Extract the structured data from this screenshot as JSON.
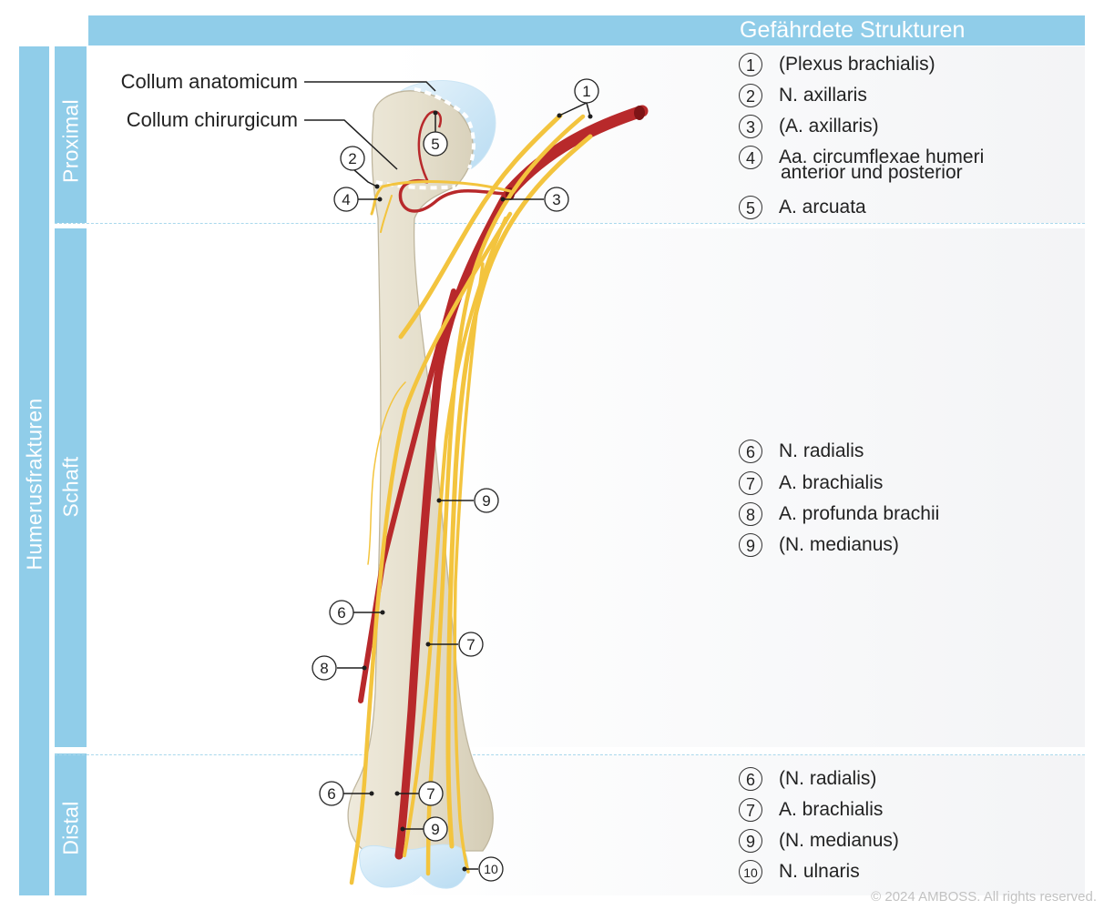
{
  "header": {
    "title": "Gefährdete Strukturen"
  },
  "side": {
    "outer": "Humerusfrakturen",
    "proximal": "Proximal",
    "schaft": "Schaft",
    "distal": "Distal"
  },
  "annotations": {
    "collum_anatomicum": "Collum anatomicum",
    "collum_chirurgicum": "Collum chirurgicum"
  },
  "legend": {
    "proximal": [
      {
        "num": "1",
        "label": "(Plexus brachialis)"
      },
      {
        "num": "2",
        "label": "N. axillaris"
      },
      {
        "num": "3",
        "label": "(A. axillaris)"
      },
      {
        "num": "4",
        "label": "Aa. circumflexae humeri",
        "label2": "anterior und posterior"
      },
      {
        "num": "5",
        "label": "A. arcuata"
      }
    ],
    "schaft": [
      {
        "num": "6",
        "label": "N. radialis"
      },
      {
        "num": "7",
        "label": "A. brachialis"
      },
      {
        "num": "8",
        "label": "A. profunda brachii"
      },
      {
        "num": "9",
        "label": "(N. medianus)"
      }
    ],
    "distal": [
      {
        "num": "6",
        "label": "(N. radialis)"
      },
      {
        "num": "7",
        "label": "A. brachialis"
      },
      {
        "num": "9",
        "label": "(N. medianus)"
      },
      {
        "num": "10",
        "label": "N. ulnaris"
      }
    ]
  },
  "markers": [
    "1",
    "5",
    "2",
    "4",
    "3",
    "9",
    "6",
    "8",
    "7",
    "6",
    "7",
    "9",
    "10"
  ],
  "colors": {
    "bar": "#90cde9",
    "bone": "#e9e3d3",
    "nerve": "#f3c43e",
    "artery": "#b8292b",
    "cartilage": "#c5e3f6"
  },
  "copyright": "© 2024 AMBOSS. All rights reserved."
}
